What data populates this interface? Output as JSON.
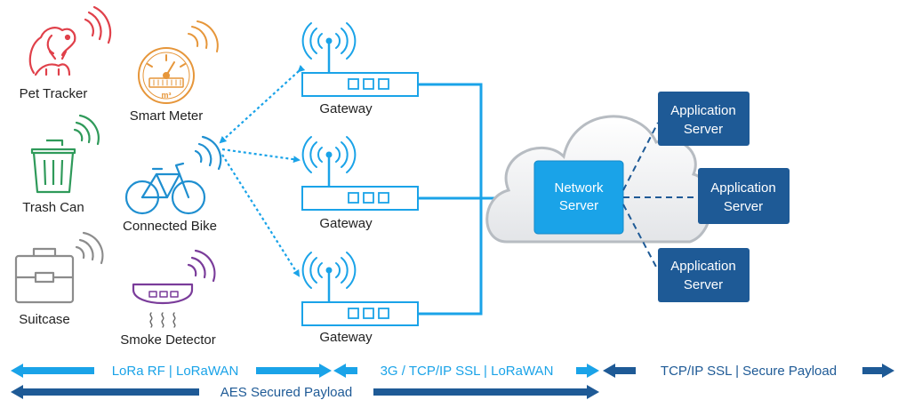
{
  "devices": {
    "pet_tracker": "Pet Tracker",
    "smart_meter": "Smart Meter",
    "meter_unit": "m³",
    "trash_can": "Trash Can",
    "connected_bike": "Connected Bike",
    "suitcase": "Suitcase",
    "smoke_detector": "Smoke Detector"
  },
  "gateways": [
    "Gateway",
    "Gateway",
    "Gateway"
  ],
  "network_server": {
    "line1": "Network",
    "line2": "Server"
  },
  "application_servers": [
    {
      "line1": "Application",
      "line2": "Server"
    },
    {
      "line1": "Application",
      "line2": "Server"
    },
    {
      "line1": "Application",
      "line2": "Server"
    }
  ],
  "bands": {
    "lora": "LoRa RF | LoRaWAN",
    "backhaul": "3G / TCP/IP SSL | LoRaWAN",
    "app": "TCP/IP SSL | Secure Payload",
    "aes": "AES Secured Payload"
  },
  "colors": {
    "light_blue": "#1aa3e8",
    "dark_blue": "#1e5a96",
    "pet": "#e0404a",
    "meter": "#e6963a",
    "trash": "#2f9a5a",
    "suitcase": "#8c8c8c",
    "smoke": "#7a3c9a",
    "bike": "#1f8fd0"
  }
}
